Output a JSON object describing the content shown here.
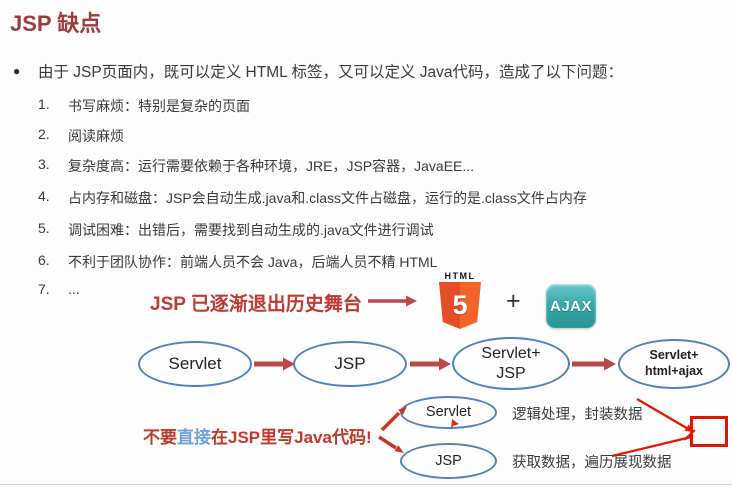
{
  "title": "JSP 缺点",
  "intro": {
    "bullet": "●",
    "text": "由于 JSP页面内，既可以定义 HTML 标签，又可以定义 Java代码，造成了以下问题："
  },
  "problems": [
    {
      "num": "1.",
      "text": "书写麻烦：特别是复杂的页面"
    },
    {
      "num": "2.",
      "text": "阅读麻烦"
    },
    {
      "num": "3.",
      "text": "复杂度高：运行需要依赖于各种环境，JRE，JSP容器，JavaEE..."
    },
    {
      "num": "4.",
      "text": "占内存和磁盘：JSP会自动生成.java和.class文件占磁盘，运行的是.class文件占内存"
    },
    {
      "num": "5.",
      "text": "调试困难：出错后，需要找到自动生成的.java文件进行调试"
    },
    {
      "num": "6.",
      "text": "不利于团队协作：前端人员不会 Java，后端人员不精 HTML"
    },
    {
      "num": "7.",
      "text": "..."
    }
  ],
  "annotations": {
    "history_note": "JSP 已逐渐退出历史舞台",
    "plus_sign": "+",
    "advice_prefix": "不要",
    "advice_highlight": "直接",
    "advice_suffix": "在JSP里写Java代码!"
  },
  "icons": {
    "html5": {
      "name": "html5-icon",
      "label": "HTML",
      "number": "5"
    },
    "ajax": {
      "name": "ajax-icon",
      "label": "AJAX"
    }
  },
  "evolution_flow": [
    "Servlet",
    "JSP",
    "Servlet+\nJSP",
    "Servlet+\nhtml+ajax"
  ],
  "mvc": {
    "servlet": {
      "name": "Servlet",
      "role": "逻辑处理，封装数据"
    },
    "jsp": {
      "name": "JSP",
      "role": "获取数据，遍历展现数据"
    }
  },
  "colors": {
    "title_red": "#9e3b3b",
    "annotation_red": "#bf3a32",
    "highlight_blue": "#6f9fd8",
    "ellipse_border_blue": "#4f81bd",
    "flow_arrow_red": "#b94a48",
    "marker_red": "#e51400",
    "html5_orange": "#e44d26",
    "html5_orange_light": "#f16529",
    "ajax_teal": "#38a8a8",
    "body_text": "#3a3a3a"
  }
}
